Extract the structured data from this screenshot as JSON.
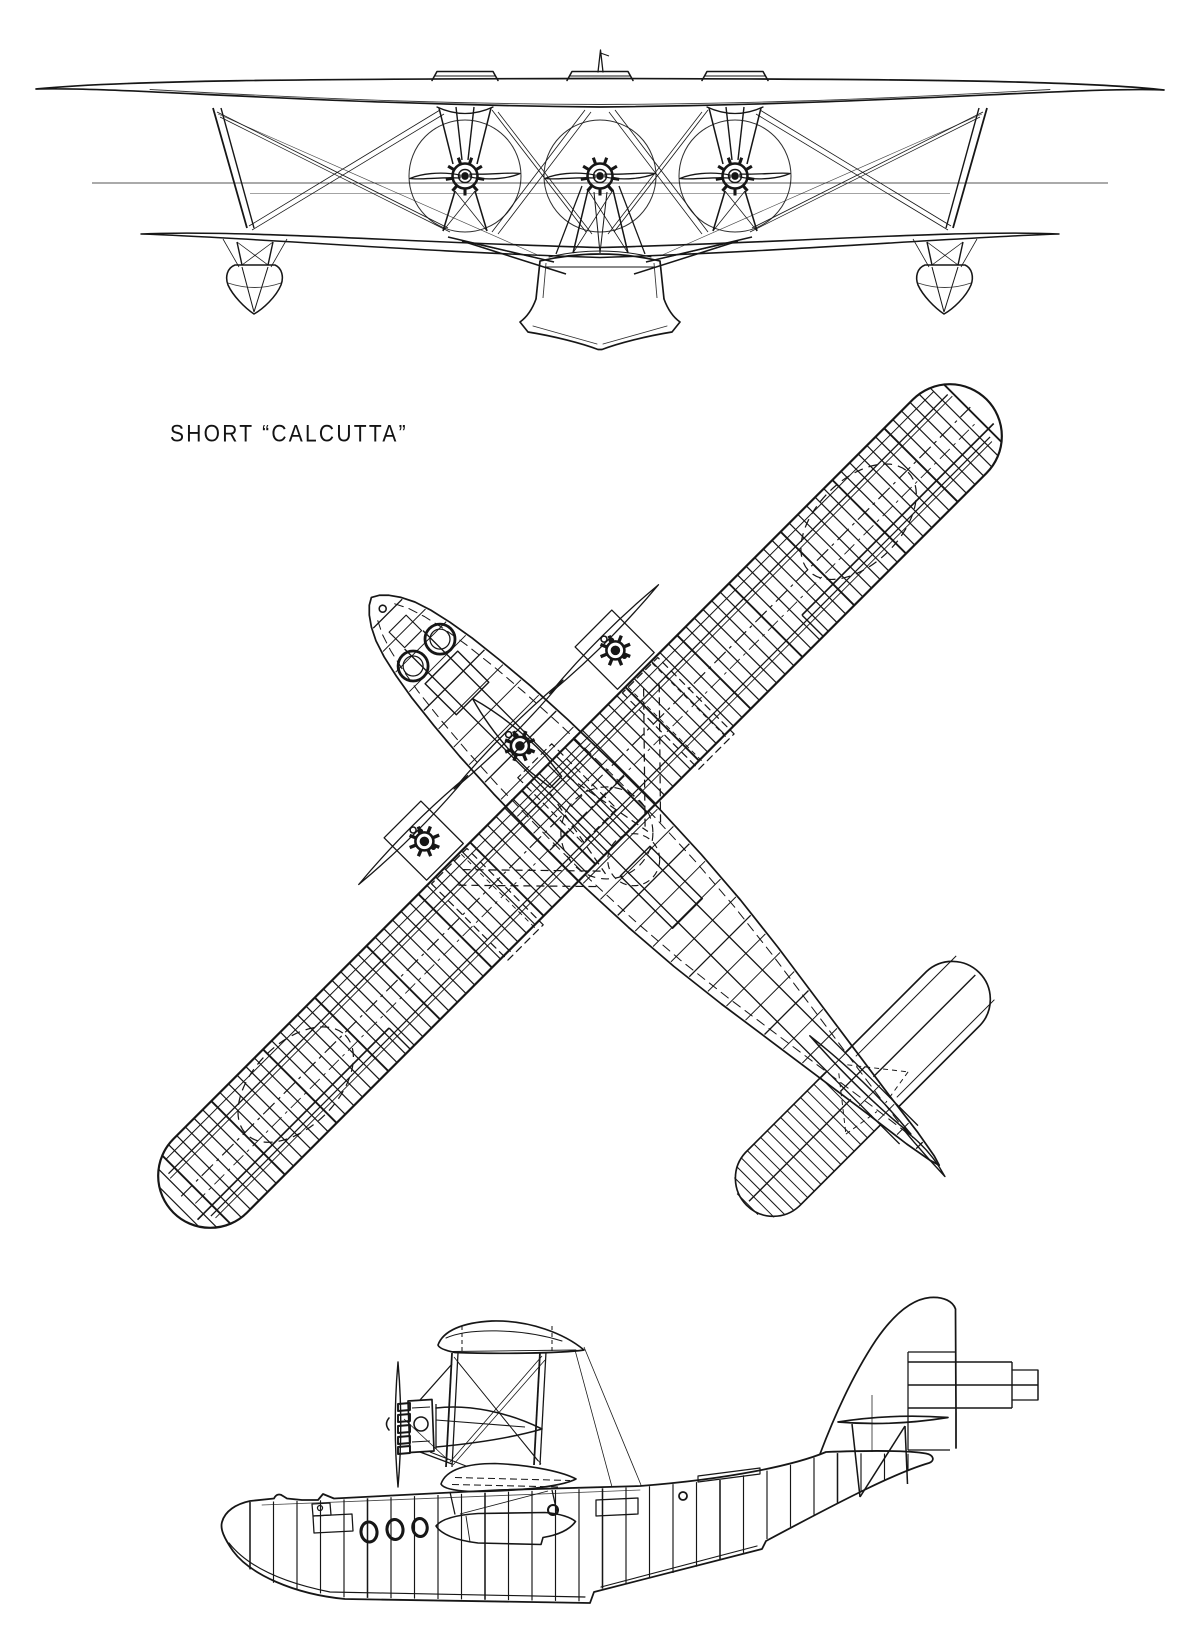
{
  "drawing": {
    "title": "SHORT “CALCUTTA”",
    "type": "three-view aircraft arrangement drawing",
    "ink_color": "#171717",
    "paper_color": "#ffffff",
    "views": {
      "front": "front elevation with three radial engines, biplane wings, hull and wingtip floats",
      "plan": "plan view rotated diagonally with ribbed wings, tail unit and engine nacelles",
      "side": "side elevation of flying-boat hull with biplane cell, fin and tailplane"
    }
  },
  "label": {
    "text": "SHORT “CALCUTTA”"
  }
}
